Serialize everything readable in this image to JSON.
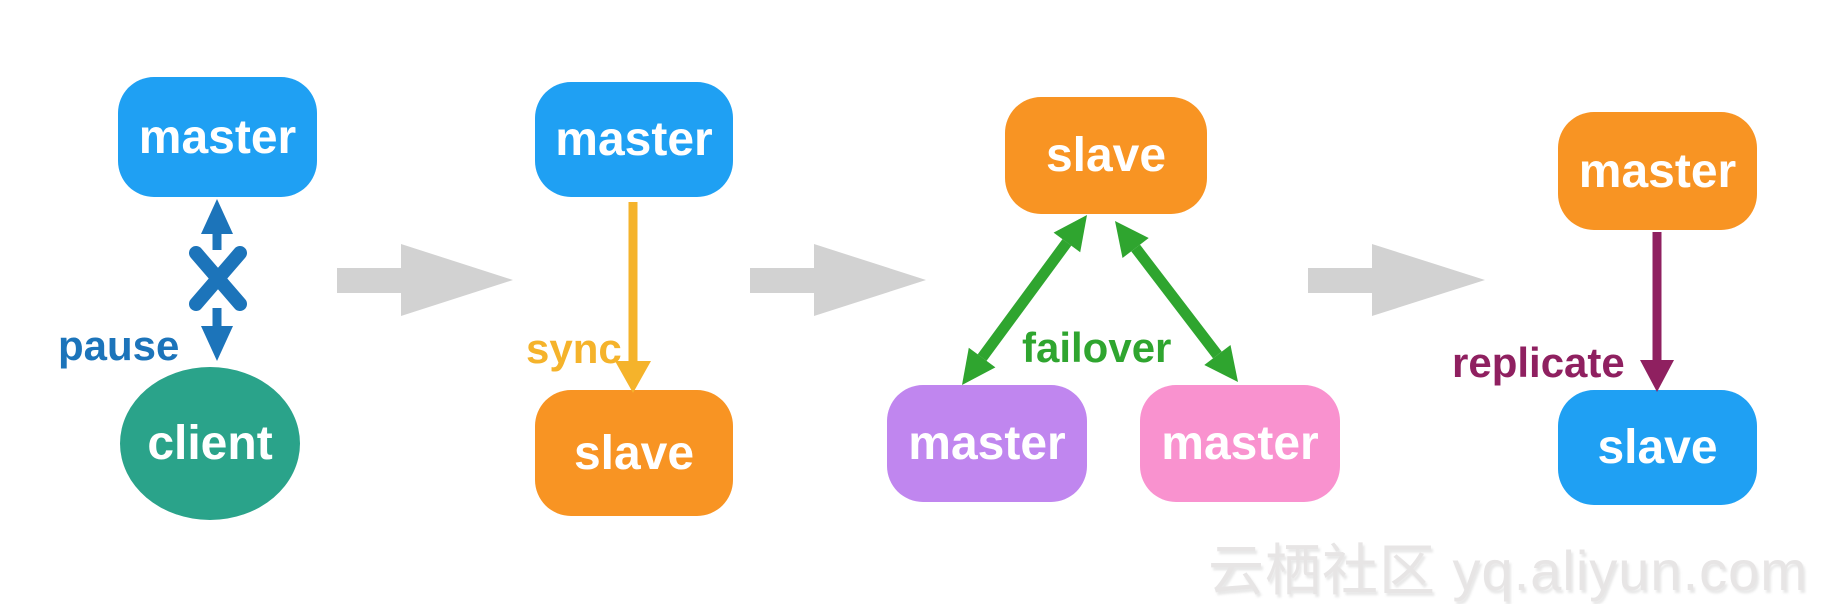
{
  "colors": {
    "blue": "#1FA0F3",
    "blue_dark": "#1C74BA",
    "orange": "#F89423",
    "teal": "#2AA38A",
    "purple": "#C086EF",
    "pink": "#F992CF",
    "green": "#2FA52F",
    "gold": "#F5B32B",
    "maroon": "#8F2060",
    "gray_arrow": "#D2D2D2",
    "watermark": "#E7E5E5"
  },
  "stages": [
    {
      "edge_label": "pause",
      "nodes": [
        {
          "label": "master"
        },
        {
          "label": "client"
        }
      ]
    },
    {
      "edge_label": "sync",
      "nodes": [
        {
          "label": "master"
        },
        {
          "label": "slave"
        }
      ]
    },
    {
      "edge_label": "failover",
      "nodes": [
        {
          "label": "slave"
        },
        {
          "label": "master"
        },
        {
          "label": "master"
        }
      ]
    },
    {
      "edge_label": "replicate",
      "nodes": [
        {
          "label": "master"
        },
        {
          "label": "slave"
        }
      ]
    }
  ],
  "watermark": {
    "text": "云栖社区 yq.aliyun.com"
  }
}
